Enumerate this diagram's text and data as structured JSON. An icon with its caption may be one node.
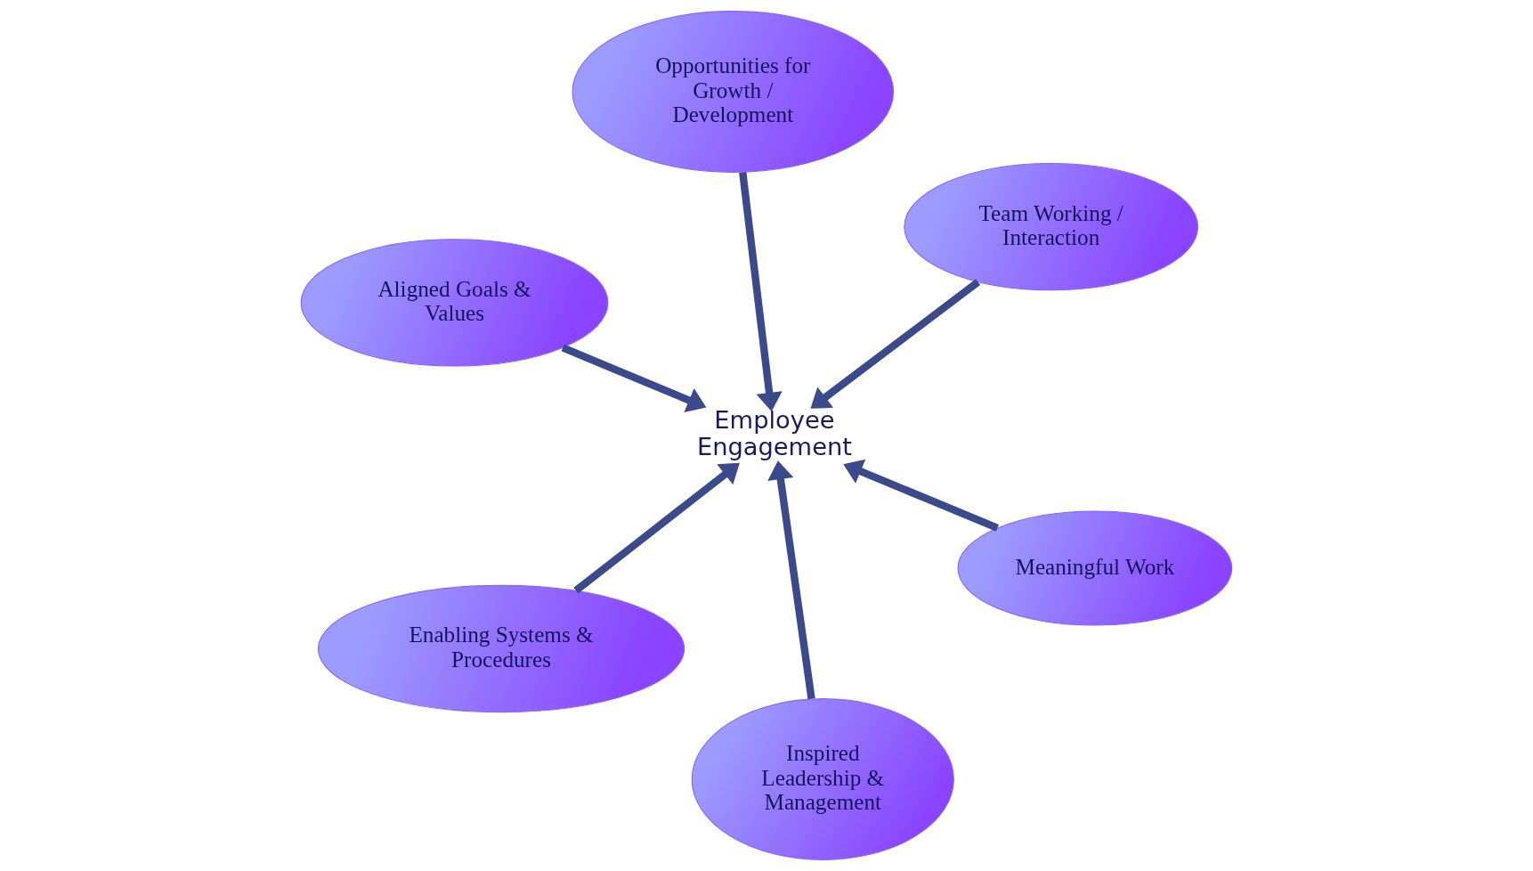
{
  "diagram": {
    "nodes": [
      {
        "text": [
          "Aligned Goals & Values"
        ]
      },
      {
        "text": [
          "Meaningful Work"
        ]
      },
      {
        "text": [
          "Inspired Leadership & Management"
        ]
      },
      {
        "text": [
          "Employee Engagement"
        ]
      },
      {
        "text": [
          "Team Working / Interaction"
        ]
      },
      {
        "text": [
          "Opportunities for Growth / Development"
        ]
      },
      {
        "text": [
          "Enabling Systems & Procedures"
        ]
      }
    ],
    "edges": [
      {
        "from": 0,
        "to": 3,
        "arrow": "to"
      },
      {
        "from": 1,
        "to": 3,
        "arrow": "to"
      },
      {
        "from": 2,
        "to": 3,
        "arrow": "to"
      },
      {
        "from": 4,
        "to": 3,
        "arrow": "to"
      },
      {
        "from": 5,
        "to": 3,
        "arrow": "to"
      },
      {
        "from": 6,
        "to": 3,
        "arrow": "to"
      }
    ]
  }
}
